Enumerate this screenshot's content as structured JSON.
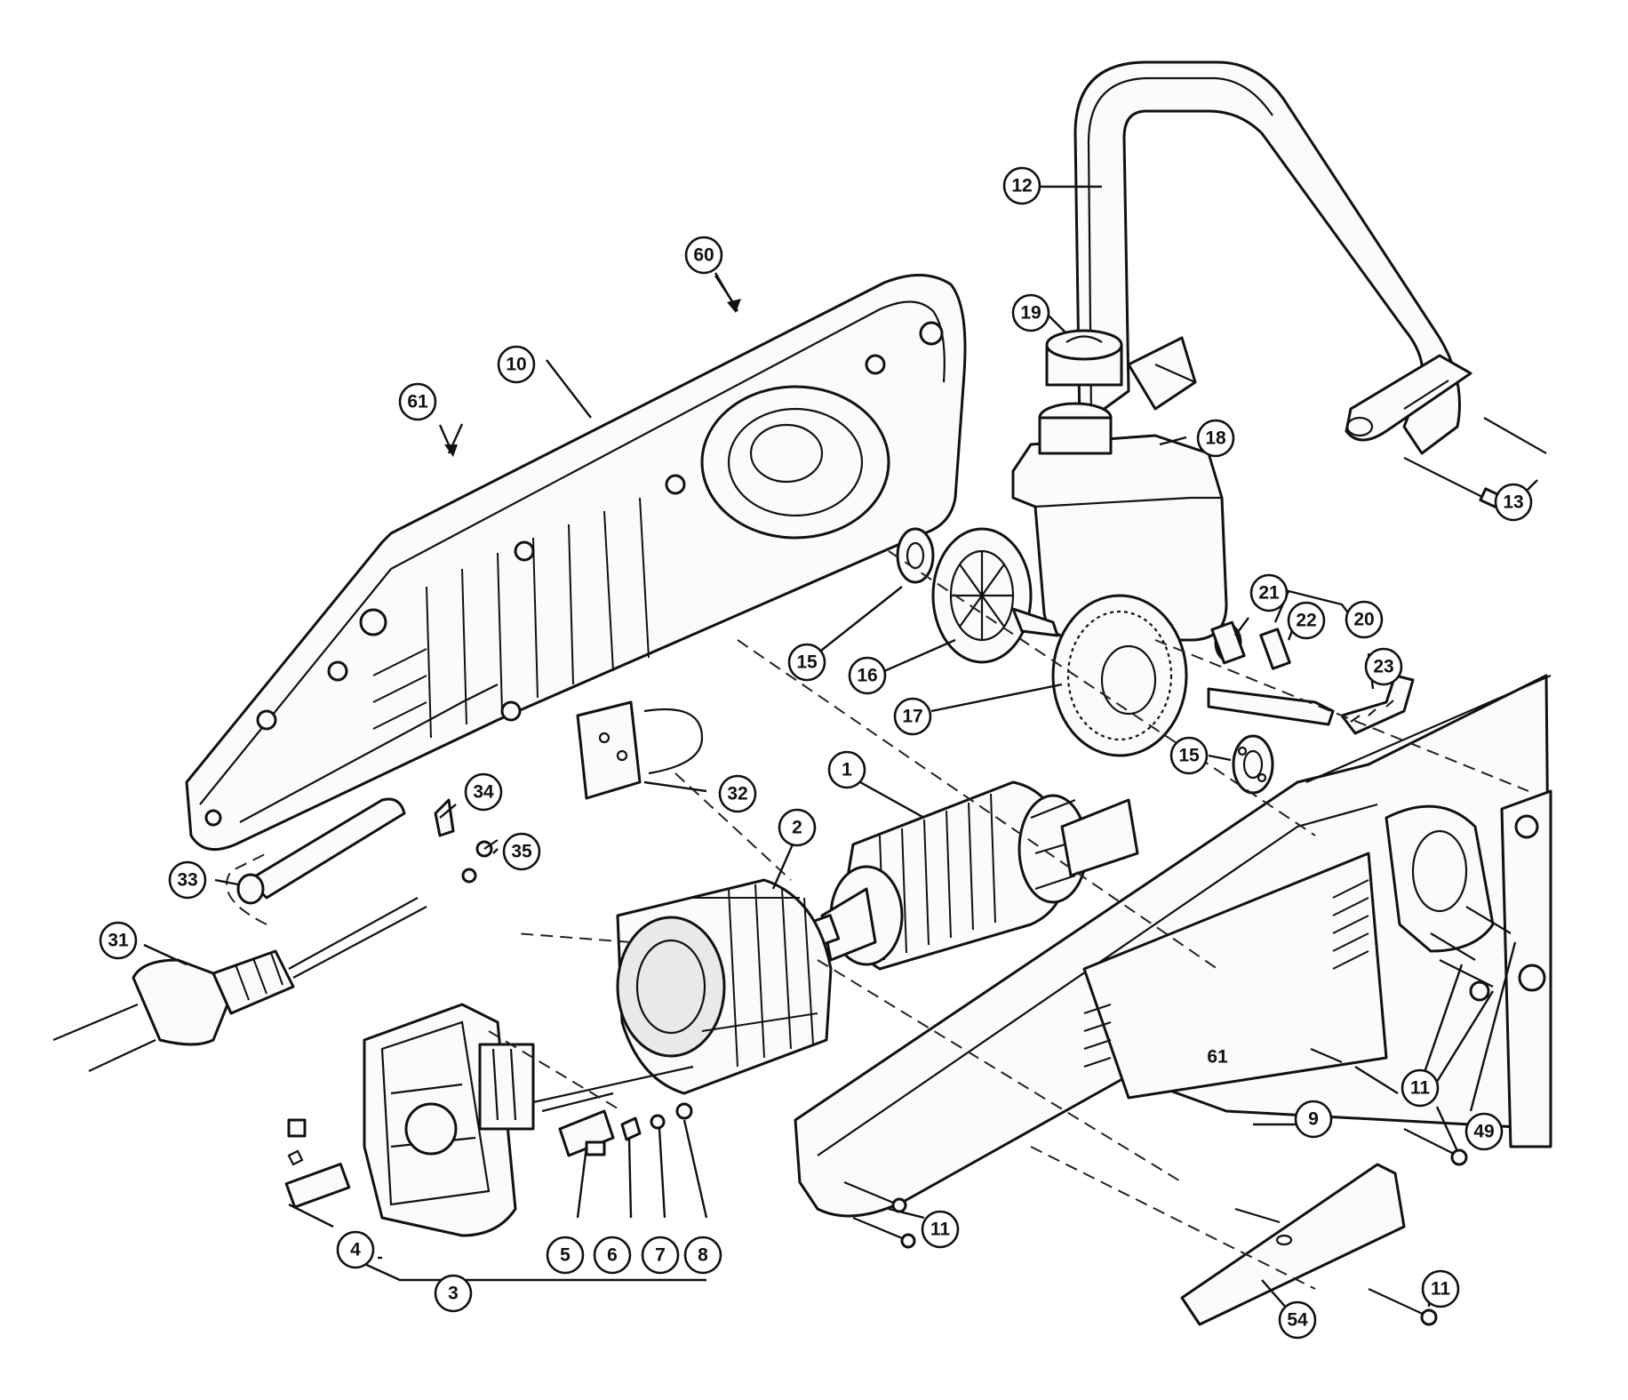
{
  "callouts": {
    "c1": "1",
    "c2": "2",
    "c3": "3",
    "c4": "4",
    "c5": "5",
    "c6": "6",
    "c7": "7",
    "c8": "8",
    "c9": "9",
    "c10": "10",
    "c11a": "11",
    "c11b": "11",
    "c11c": "11",
    "c12": "12",
    "c13": "13",
    "c15a": "15",
    "c15b": "15",
    "c16": "16",
    "c17": "17",
    "c18": "18",
    "c19": "19",
    "c20": "20",
    "c21": "21",
    "c22": "22",
    "c23": "23",
    "c31": "31",
    "c32": "32",
    "c33": "33",
    "c34": "34",
    "c35": "35",
    "c49": "49",
    "c54": "54",
    "c60": "60",
    "c61a": "61",
    "c61b": "61"
  },
  "colors": {
    "ink": "#111111",
    "paper": "#ffffff"
  }
}
